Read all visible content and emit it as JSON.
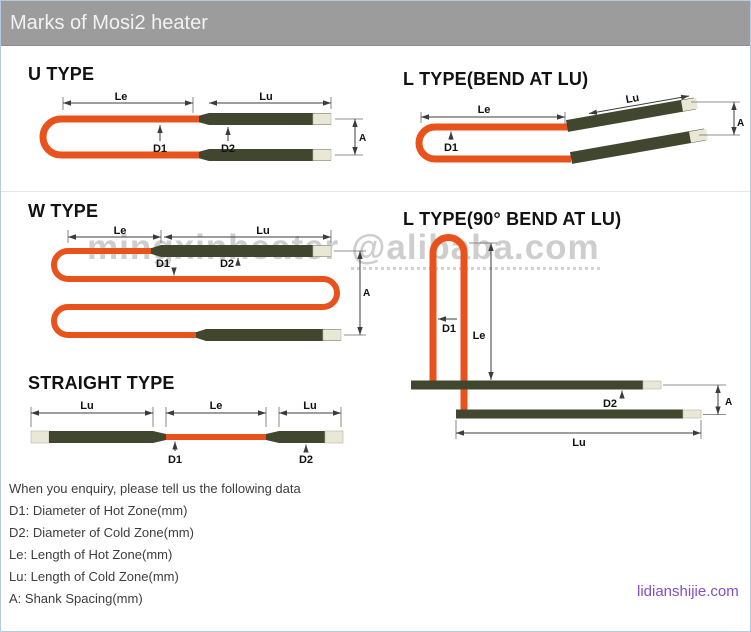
{
  "header": {
    "title": "Marks of Mosi2 heater"
  },
  "diagrams": {
    "u_type": {
      "title": "U TYPE"
    },
    "l_type_bend": {
      "title": "L TYPE(BEND AT LU)"
    },
    "w_type": {
      "title": "W TYPE"
    },
    "l_type_90": {
      "title": "L TYPE(90° BEND AT LU)"
    },
    "straight_type": {
      "title": "STRAIGHT TYPE"
    }
  },
  "dim_labels": {
    "le": "Le",
    "lu": "Lu",
    "d1": "D1",
    "d2": "D2",
    "a": "A"
  },
  "watermark": {
    "part1": "mingxinheater",
    "part2": "@alibaba.com"
  },
  "notes": {
    "intro": "When you enquiry, please tell us the following data",
    "items": [
      "D1: Diameter of Hot Zone(mm)",
      "D2: Diameter of Cold Zone(mm)",
      "Le: Length of Hot Zone(mm)",
      "Lu: Length of Cold Zone(mm)",
      "A: Shank Spacing(mm)"
    ]
  },
  "footer": {
    "link": "lidianshijie.com"
  },
  "colors": {
    "hot_zone": "#e8521c",
    "cold_zone": "#41462f",
    "terminal": "#e9e7d6",
    "header_bg": "#9c9c9c",
    "header_text": "#f2f2f2",
    "link": "#8050c8",
    "watermark": "#9f9f9f"
  }
}
